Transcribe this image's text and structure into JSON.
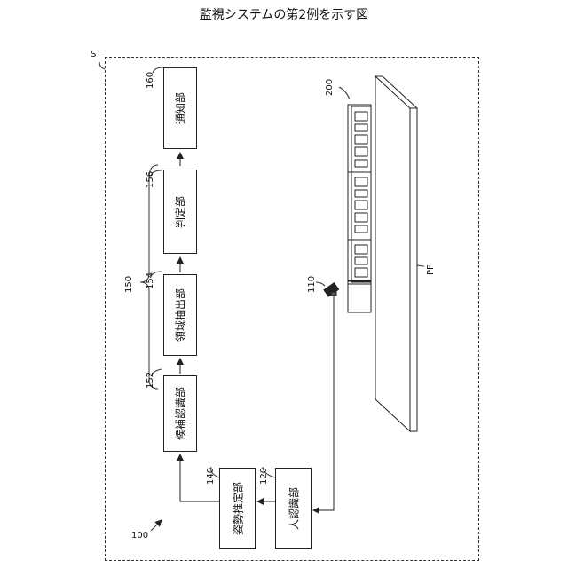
{
  "title": "監視システムの第2例を示す図",
  "refs": {
    "system": "ST",
    "overall": "100",
    "camera": "110",
    "person": "120",
    "pose": "140",
    "unit150": "150",
    "candidate": "152",
    "region": "154",
    "judge": "156",
    "notify": "160",
    "train": "200",
    "platform": "PF"
  },
  "blocks": {
    "notify": "通知部",
    "judge": "判定部",
    "region": "領域抽出部",
    "candidate": "候補認識部",
    "pose": "姿勢推定部",
    "person": "人認識部"
  }
}
